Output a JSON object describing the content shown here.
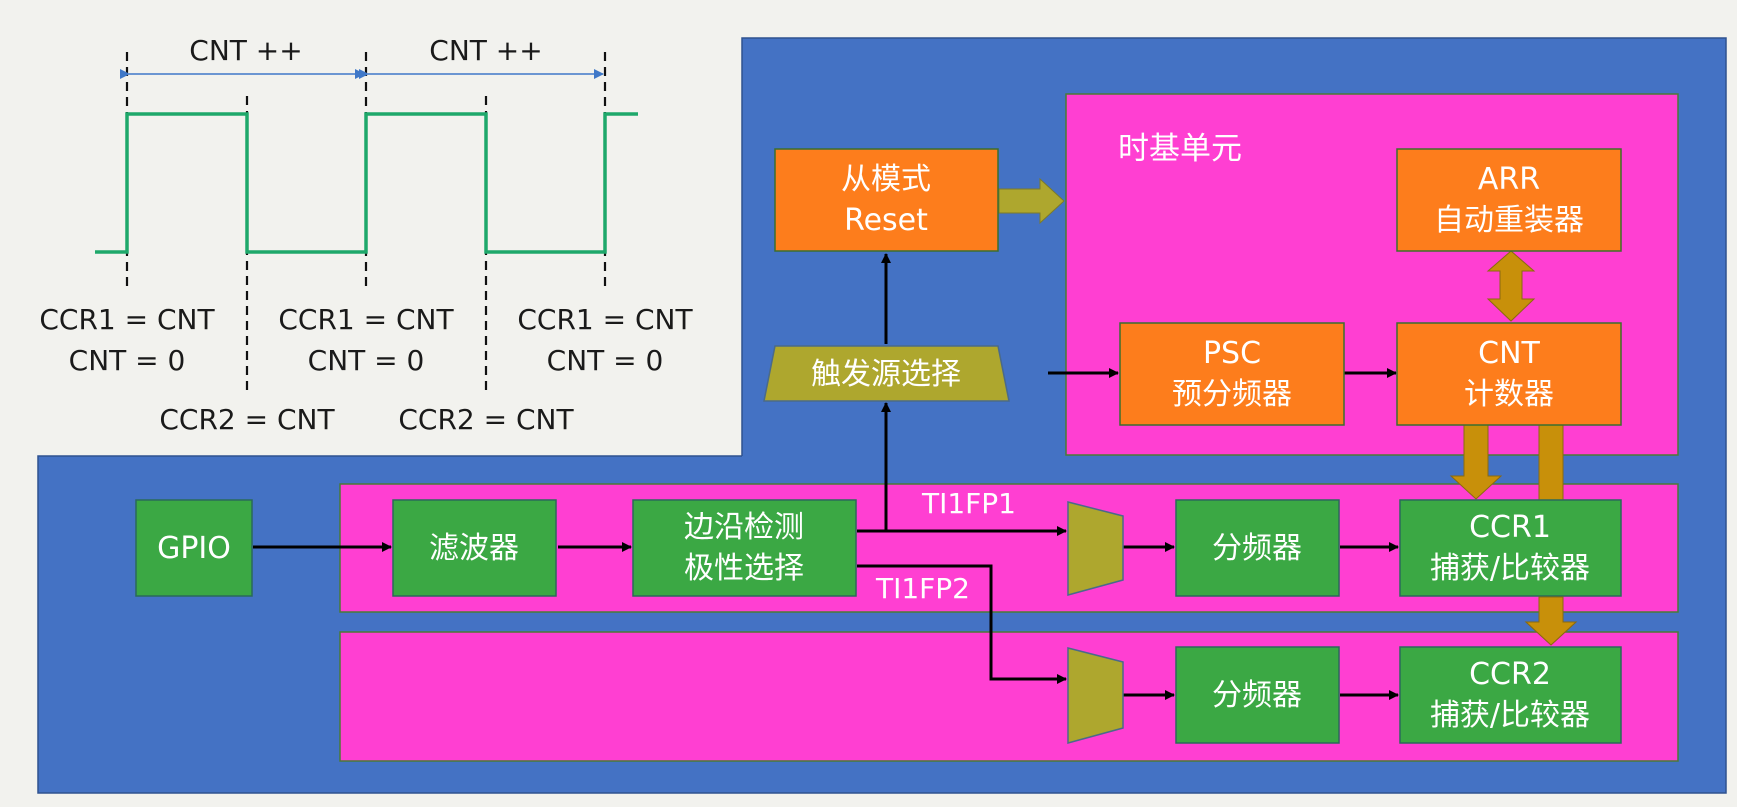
{
  "colors": {
    "background": "#f2f2ee",
    "blue_panel": "#4472c4",
    "magenta": "#ff3fd2",
    "orange": "#fd7d1c",
    "green": "#3ba844",
    "olive": "#aea72e",
    "arrow_gold": "#c8900a",
    "waveform": "#1ea86a",
    "timing_arrow": "#3f78c8"
  },
  "timing": {
    "cnt_labels": [
      "CNT ++",
      "CNT ++"
    ],
    "ccr1_lines": [
      {
        "line1": "CCR1 = CNT",
        "line2": "CNT = 0"
      },
      {
        "line1": "CCR1 = CNT",
        "line2": "CNT = 0"
      },
      {
        "line1": "CCR1 = CNT",
        "line2": "CNT = 0"
      }
    ],
    "ccr2_labels": [
      "CCR2 = CNT",
      "CCR2 = CNT"
    ]
  },
  "blocks": {
    "time_base_title": "时基单元",
    "slave_mode": {
      "line1": "从模式",
      "line2": "Reset"
    },
    "trigger_select": "触发源选择",
    "arr": {
      "line1": "ARR",
      "line2": "自动重装器"
    },
    "psc": {
      "line1": "PSC",
      "line2": "预分频器"
    },
    "cnt": {
      "line1": "CNT",
      "line2": "计数器"
    },
    "gpio": "GPIO",
    "filter": "滤波器",
    "edge_detect": {
      "line1": "边沿检测",
      "line2": "极性选择"
    },
    "prescaler1": "分频器",
    "prescaler2": "分频器",
    "ccr1": {
      "line1": "CCR1",
      "line2": "捕获/比较器"
    },
    "ccr2": {
      "line1": "CCR2",
      "line2": "捕获/比较器"
    }
  },
  "signals": {
    "ti1fp1": "TI1FP1",
    "ti1fp2": "TI1FP2"
  }
}
